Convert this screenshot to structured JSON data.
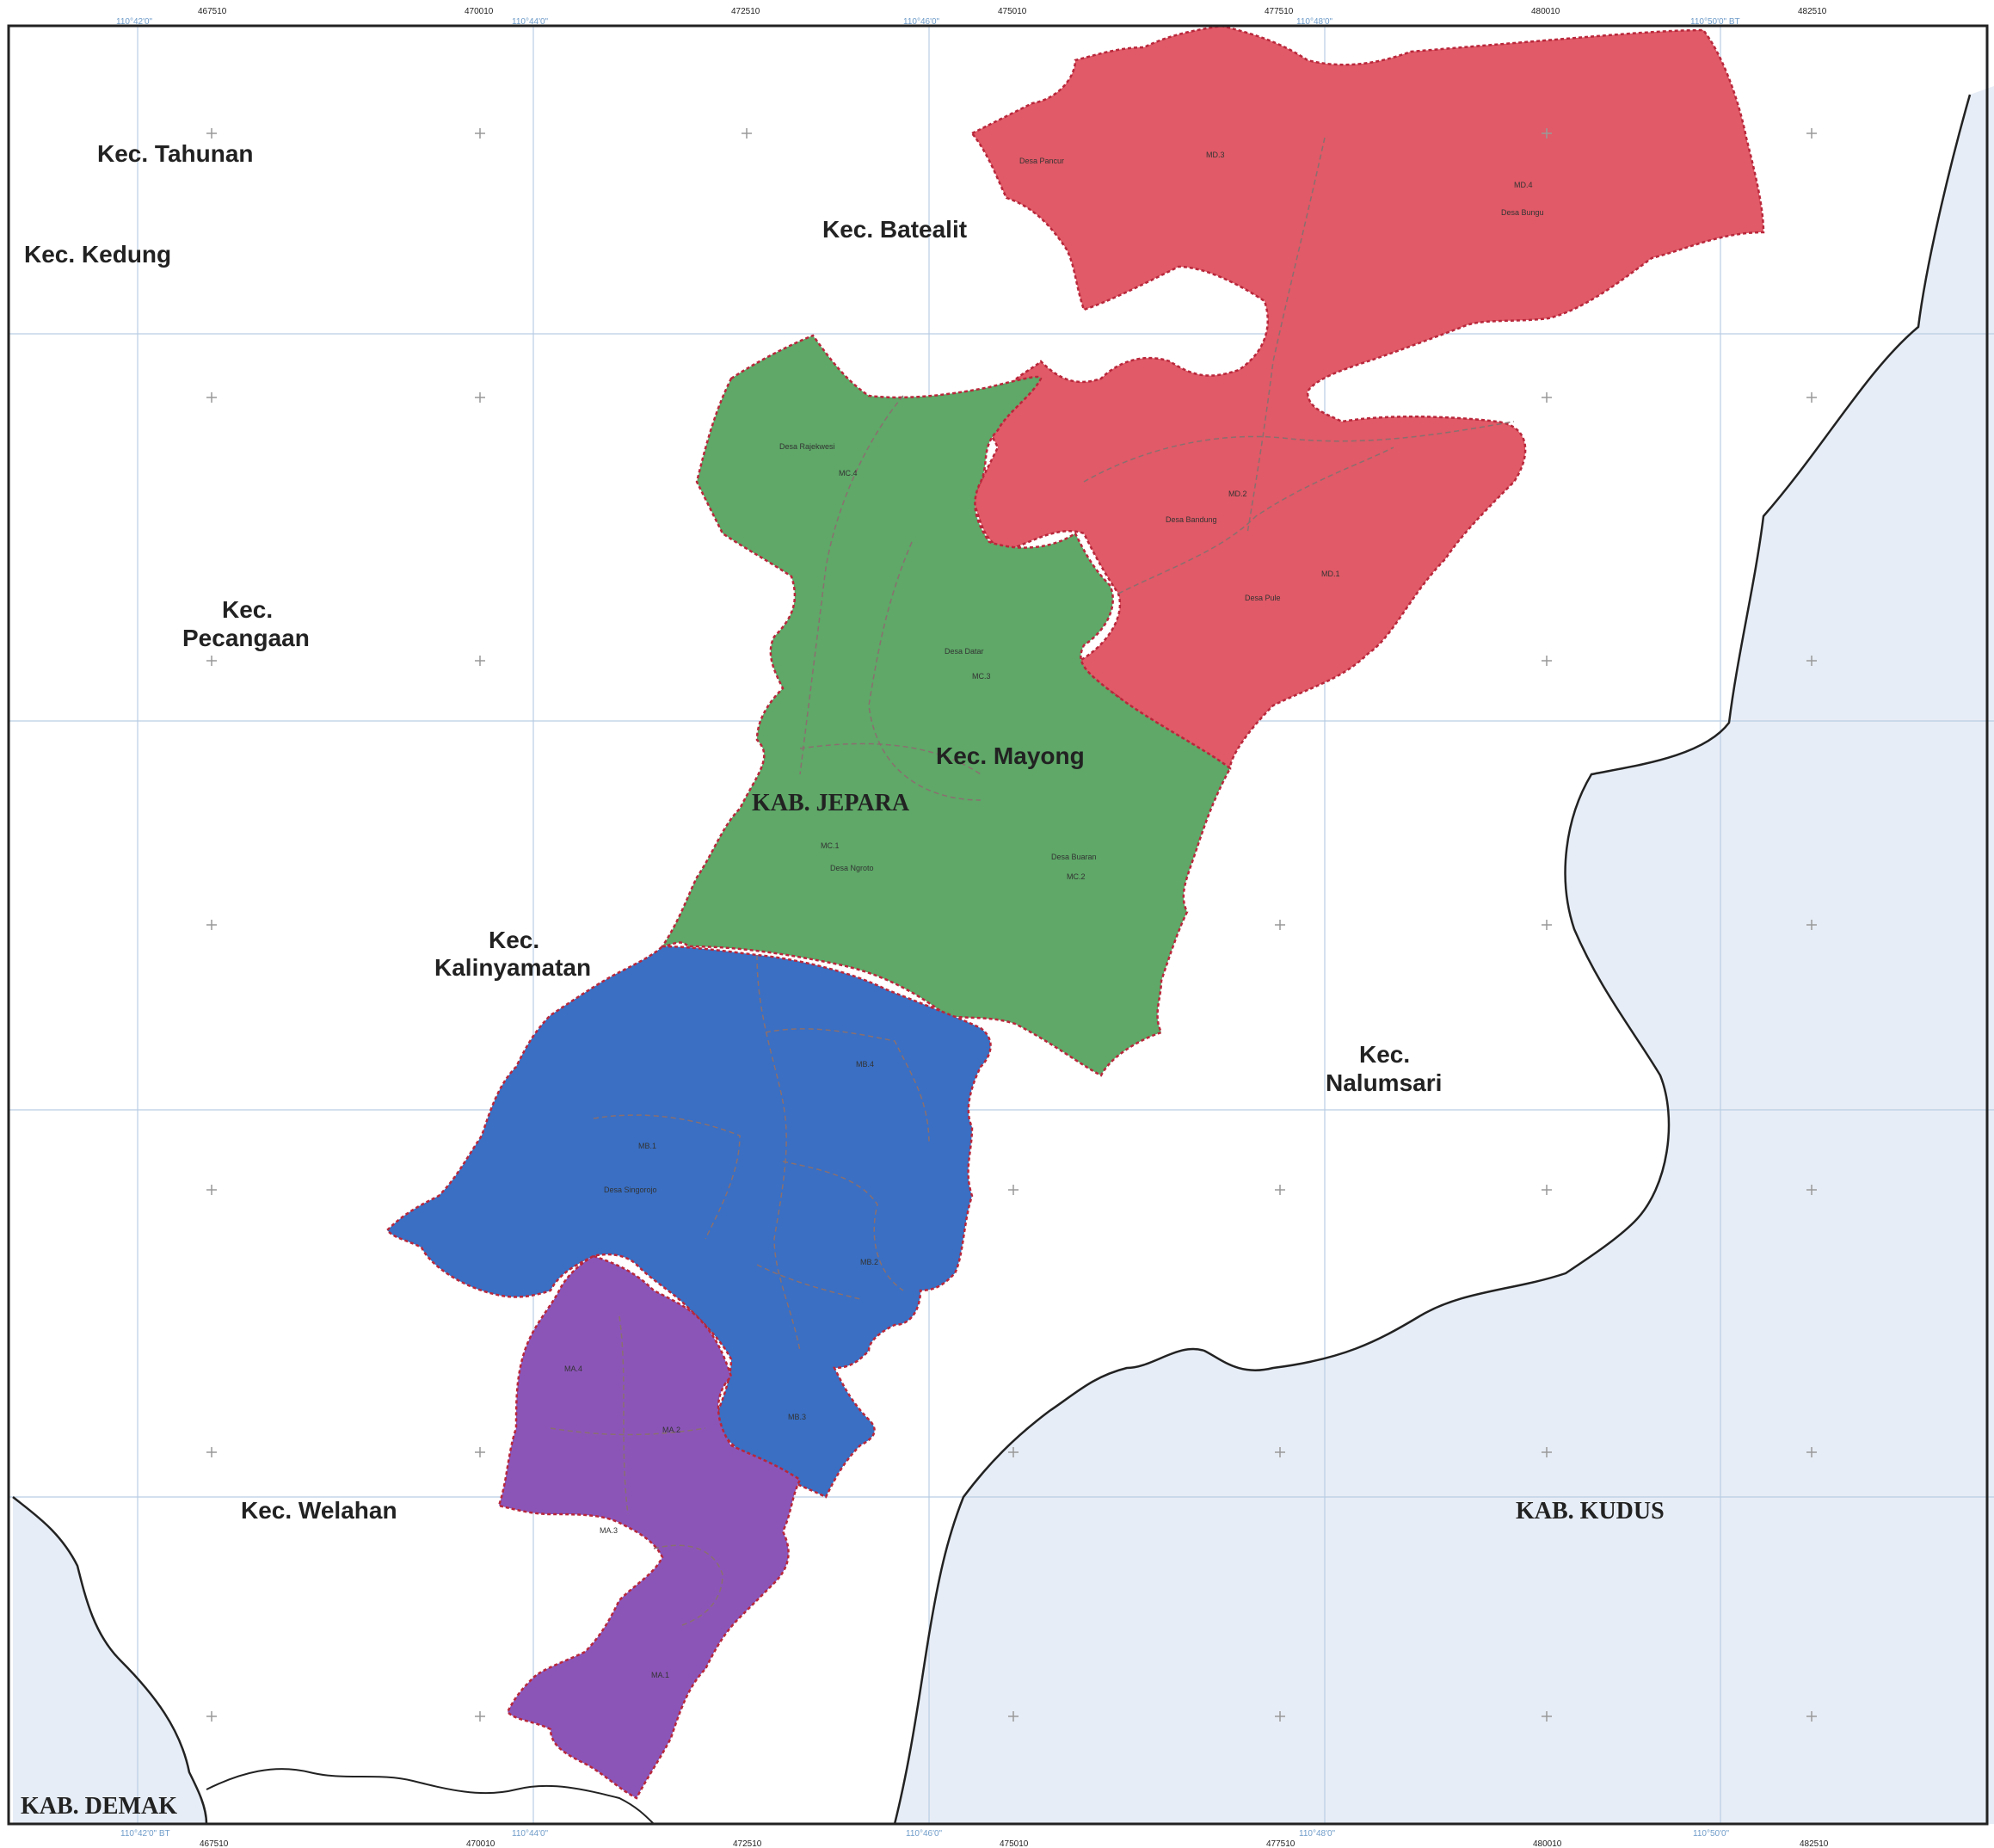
{
  "map": {
    "colors": {
      "red_zone": "#e05a67",
      "green_zone": "#5fa868",
      "blue_zone": "#3a6fc3",
      "purple_zone": "#8b55b8",
      "sea": "#e7edf6",
      "land": "#ffffff"
    },
    "coords_top_black": [
      "467510",
      "470010",
      "472510",
      "475010",
      "477510",
      "480010",
      "482510"
    ],
    "coords_top_blue": [
      "110°42'0\"",
      "110°44'0\"",
      "110°46'0\"",
      "110°48'0\"",
      "110°50'0\" BT"
    ],
    "coords_bottom_black": [
      "467510",
      "470010",
      "472510",
      "475010",
      "477510",
      "480010",
      "482510"
    ],
    "coords_bottom_blue": [
      "110°42'0\" BT",
      "110°44'0\"",
      "110°46'0\"",
      "110°48'0\"",
      "110°50'0\""
    ],
    "regions": {
      "tahunan": "Kec. Tahunan",
      "kedung": "Kec. Kedung",
      "batealit": "Kec. Batealit",
      "pecangaan_1": "Kec.",
      "pecangaan_2": "Pecangaan",
      "mayong": "Kec. Mayong",
      "kab_jepara": "KAB. JEPARA",
      "kalinyamatan_1": "Kec.",
      "kalinyamatan_2": "Kalinyamatan",
      "nalumsari_1": "Kec.",
      "nalumsari_2": "Nalumsari",
      "welahan": "Kec. Welahan",
      "kab_kudus": "KAB. KUDUS",
      "kab_demak": "KAB. DEMAK"
    },
    "villages": {
      "pancur": "Desa Pancur",
      "bungu": "Desa Bungu",
      "bandung": "Desa Bandung",
      "pule": "Desa Pule",
      "rajekwesi": "Desa Rajekwesi",
      "datar": "Desa Datar",
      "ngroto": "Desa Ngroto",
      "buaran": "Desa Buaran",
      "sengon": "Desa Singorojo"
    },
    "zone_codes": {
      "md3": "MD.3",
      "md4": "MD.4",
      "md2": "MD.2",
      "md1": "MD.1",
      "mc4": "MC.4",
      "mc3": "MC.3",
      "mc1": "MC.1",
      "mc2": "MC.2",
      "mb1": "MB.1",
      "mb2": "MB.2",
      "mb3": "MB.3",
      "mb4": "MB.4",
      "ma1": "MA.1",
      "ma2": "MA.2",
      "ma3": "MA.3",
      "ma4": "MA.4"
    }
  }
}
